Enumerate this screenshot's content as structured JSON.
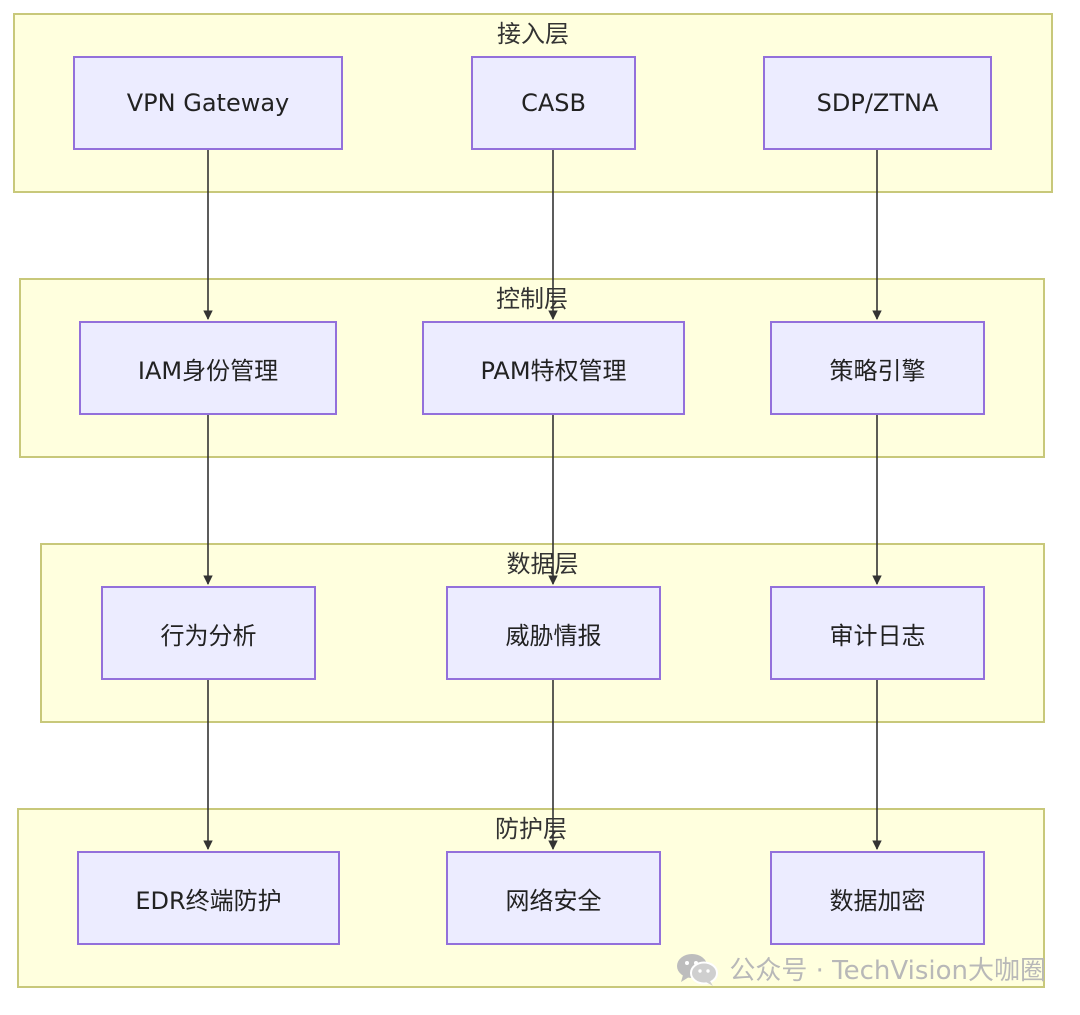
{
  "layers": [
    {
      "title": "接入层",
      "nodes": [
        {
          "label": "VPN Gateway"
        },
        {
          "label": "CASB"
        },
        {
          "label": "SDP/ZTNA"
        }
      ]
    },
    {
      "title": "控制层",
      "nodes": [
        {
          "label": "IAM身份管理"
        },
        {
          "label": "PAM特权管理"
        },
        {
          "label": "策略引擎"
        }
      ]
    },
    {
      "title": "数据层",
      "nodes": [
        {
          "label": "行为分析"
        },
        {
          "label": "威胁情报"
        },
        {
          "label": "审计日志"
        }
      ]
    },
    {
      "title": "防护层",
      "nodes": [
        {
          "label": "EDR终端防护"
        },
        {
          "label": "网络安全"
        },
        {
          "label": "数据加密"
        }
      ]
    }
  ],
  "edges": [
    {
      "from": "VPN Gateway",
      "to": "IAM身份管理"
    },
    {
      "from": "CASB",
      "to": "PAM特权管理"
    },
    {
      "from": "SDP/ZTNA",
      "to": "策略引擎"
    },
    {
      "from": "IAM身份管理",
      "to": "行为分析"
    },
    {
      "from": "PAM特权管理",
      "to": "威胁情报"
    },
    {
      "from": "策略引擎",
      "to": "审计日志"
    },
    {
      "from": "行为分析",
      "to": "EDR终端防护"
    },
    {
      "from": "威胁情报",
      "to": "网络安全"
    },
    {
      "from": "审计日志",
      "to": "数据加密"
    }
  ],
  "watermark": {
    "text": "公众号 · TechVision大咖圈",
    "icon": "wechat-icon"
  },
  "colors": {
    "layer_fill": "#ffffde",
    "layer_border": "#c8c87a",
    "node_fill": "#ececff",
    "node_border": "#9370db",
    "edge": "#333333"
  }
}
